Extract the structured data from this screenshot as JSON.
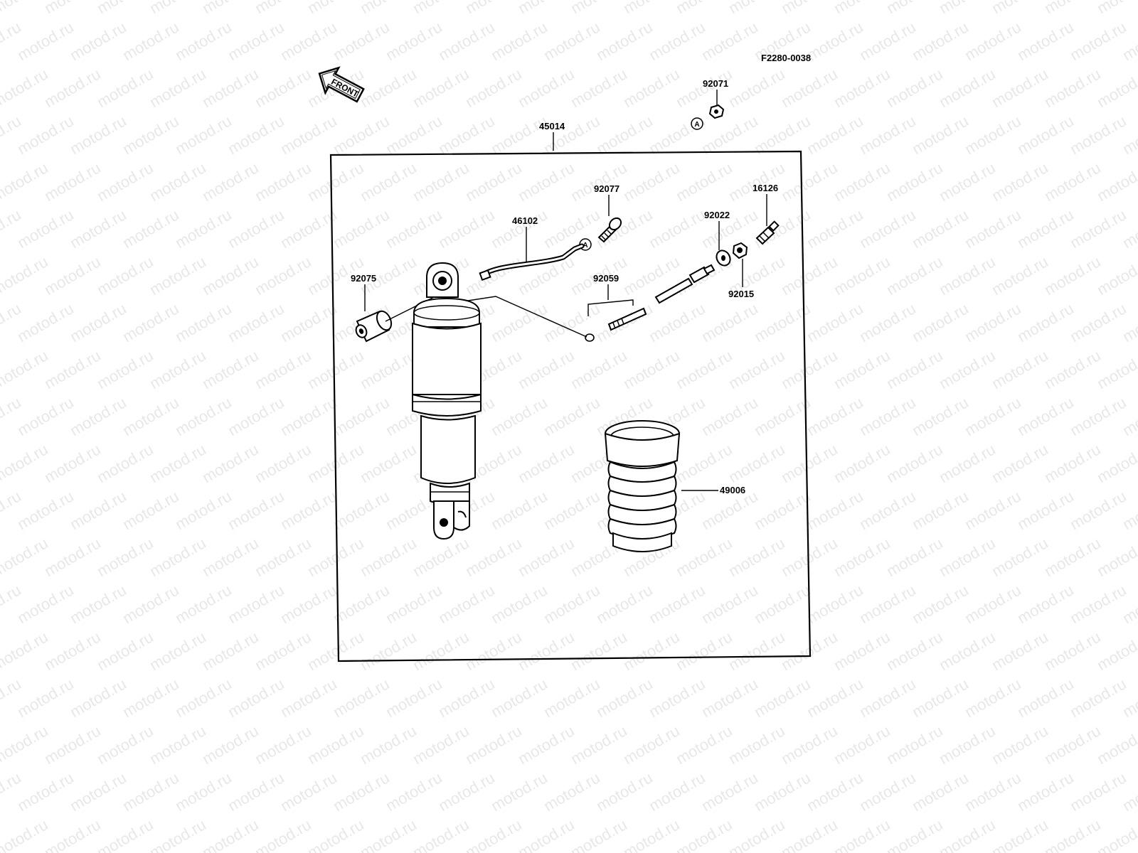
{
  "watermark": "motod.ru",
  "figure_code": "F2280-0038",
  "front_arrow_text": "FRONT",
  "ref_marker": "A",
  "parts": {
    "p45014": "45014",
    "p92071": "92071",
    "p92077": "92077",
    "p16126": "16126",
    "p46102": "46102",
    "p92022": "92022",
    "p92075": "92075",
    "p92059": "92059",
    "p92015": "92015",
    "p49006": "49006"
  }
}
